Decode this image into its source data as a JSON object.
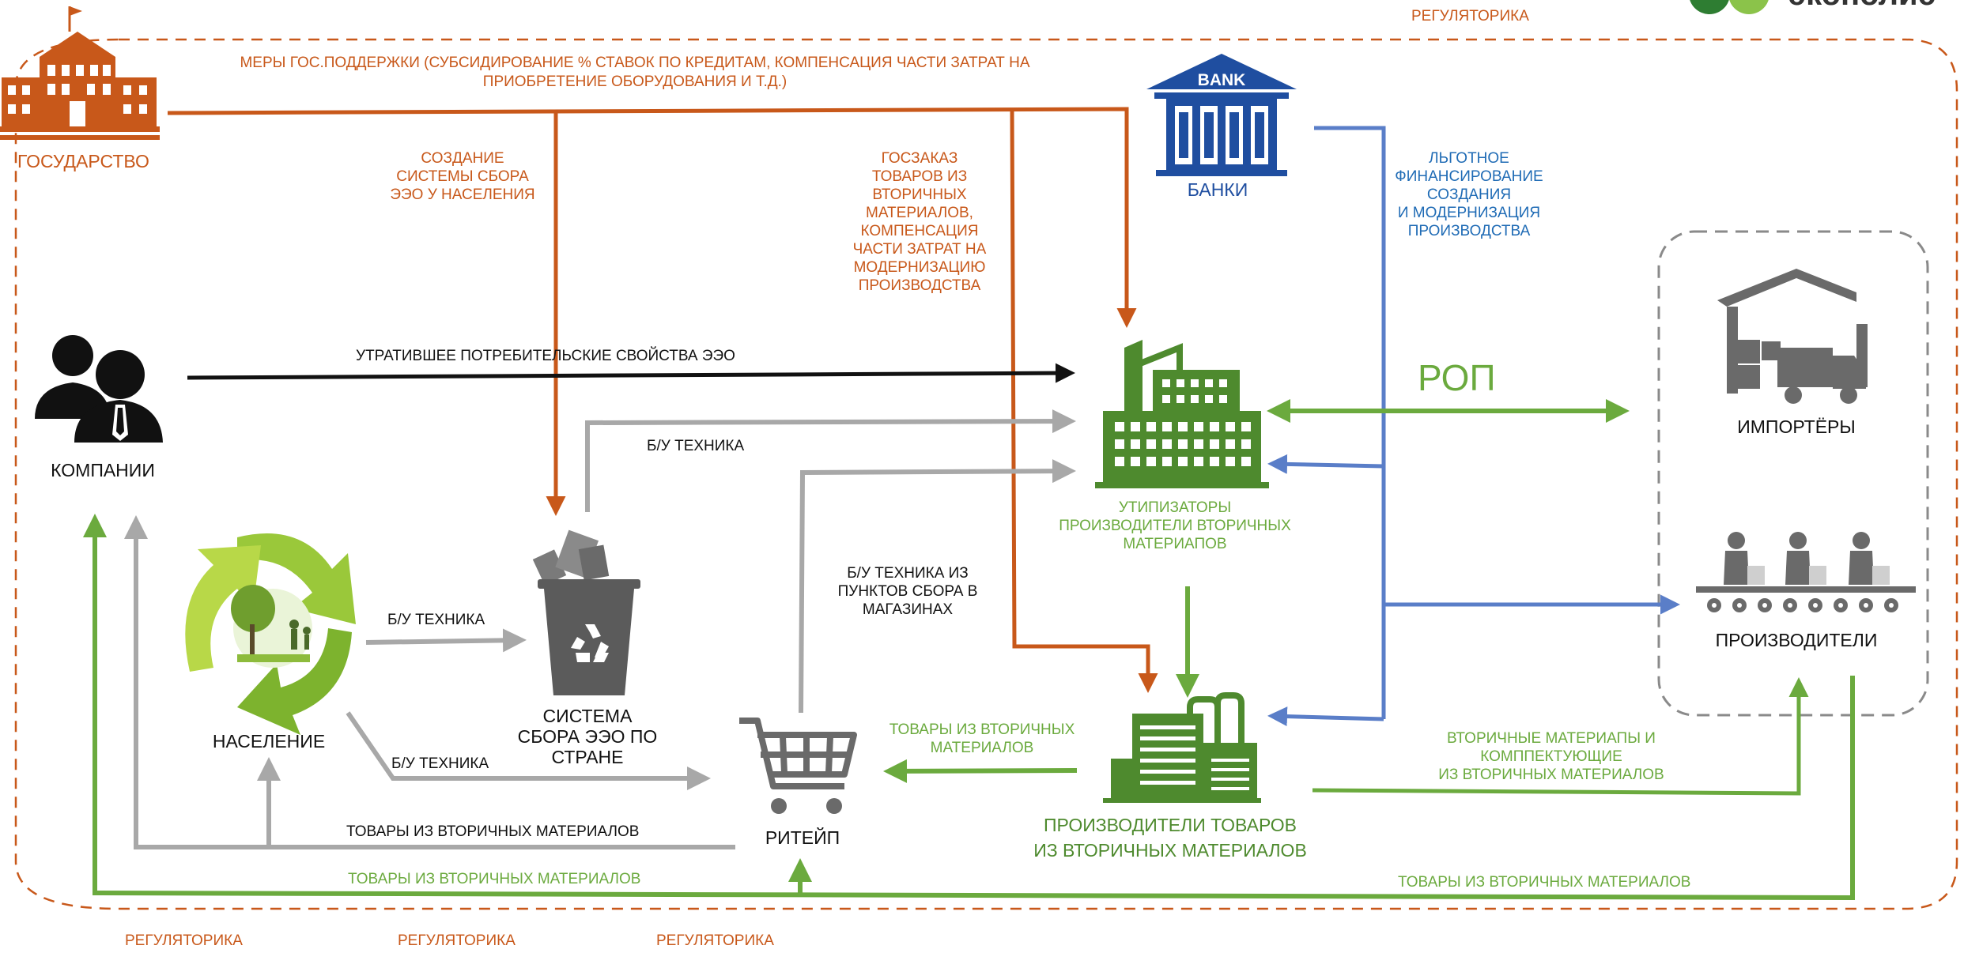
{
  "colors": {
    "orange": "#C8581A",
    "green": "#6BAA3E",
    "dark_green": "#4E8A2E",
    "blue": "#1F4EA0",
    "light_blue": "#5A7EC8",
    "gray": "#A8A8A8",
    "dark_gray": "#5B5B5B",
    "black": "#111111"
  },
  "logo": {
    "text": "экополис"
  },
  "regulatorika": {
    "top": "РЕГУЛЯТОРИКА",
    "bottom1": "РЕГУЛЯТОРИКА",
    "bottom2": "РЕГУЛЯТОРИКА",
    "bottom3": "РЕГУЛЯТОРИКА"
  },
  "nodes": {
    "state": {
      "label": "ГОСУДАРСТВО",
      "icon": "government-building-icon"
    },
    "banks": {
      "label": "БАНКИ",
      "sign": "BANK",
      "icon": "bank-icon"
    },
    "companies": {
      "label": "КОМПАНИИ",
      "icon": "business-people-icon"
    },
    "population": {
      "label": "НАСЕЛЕНИЕ",
      "icon": "recycle-nature-icon"
    },
    "collection": {
      "line1": "СИСТЕМА",
      "line2": "СБОРА ЭЭО ПО",
      "line3": "СТРАНЕ",
      "icon": "recycle-bin-icon"
    },
    "retail": {
      "label": "РИТЕЙП",
      "icon": "shopping-cart-icon"
    },
    "recyclers": {
      "line1": "УТИПИЗАТОРЫ",
      "line2": "ПРОИЗВОДИТЕЛИ ВТОРИЧНЫХ",
      "line3": "МАТЕРИАПОВ",
      "icon": "factory-icon"
    },
    "goods_producers": {
      "line1": "ПРОИЗВОДИТЕЛИ ТОВАРОВ",
      "line2": "ИЗ ВТОРИЧНЫХ МАТЕРИАЛОВ",
      "icon": "plant-icon"
    },
    "importers": {
      "label": "ИМПОРТЁРЫ",
      "icon": "warehouse-truck-icon"
    },
    "producers": {
      "label": "ПРОИЗВОДИТЕЛИ",
      "icon": "assembly-line-icon"
    }
  },
  "flows": {
    "state_support": {
      "line1": "МЕРЫ ГОС.ПОДДЕРЖКИ (СУБСИДИРОВАНИЕ % СТАВОК ПО КРЕДИТАМ, КОМПЕНСАЦИЯ ЧАСТИ ЗАТРАТ НА",
      "line2": "ПРИОБРЕТЕНИЕ ОБОРУДОВАНИЯ И Т.Д.)"
    },
    "create_collection": {
      "line1": "СОЗДАНИЕ",
      "line2": "СИСТЕМЫ СБОРА",
      "line3": "ЭЭО У НАСЕЛЕНИЯ"
    },
    "state_order": {
      "line1": "ГОСЗАКАЗ",
      "line2": "ТОВАРОВ ИЗ",
      "line3": "ВТОРИЧНЫХ",
      "line4": "МАТЕРИАЛОВ,",
      "line5": "КОМПЕНСАЦИЯ",
      "line6": "ЧАСТИ ЗАТРАТ НА",
      "line7": "МОДЕРНИЗАЦИЮ",
      "line8": "ПРОИЗВОДСТВА"
    },
    "bank_financing": {
      "line1": "ЛЬГОТНОЕ",
      "line2": "ФИНАНСИРОВАНИЕ",
      "line3": "СОЗДАНИЯ",
      "line4": "И МОДЕРНИЗАЦИЯ",
      "line5": "ПРОИЗВОДСТВА"
    },
    "lost_properties": "УТРАТИВШЕЕ ПОТРЕБИТЕЛЬСКИЕ СВОЙСТВА ЭЭО",
    "used_tech_top": "Б/У ТЕХНИКА",
    "used_tech_pop": "Б/У ТЕХНИКА",
    "used_tech_retail": "Б/У ТЕХНИКА",
    "used_from_shops": {
      "line1": "Б/У ТЕХНИКА ИЗ",
      "line2": "ПУНКТОВ СБОРА В",
      "line3": "МАГАЗИНАХ"
    },
    "rop": "РОП",
    "goods_to_retail": {
      "line1": "ТОВАРЫ ИЗ ВТОРИЧНЫХ",
      "line2": "МАТЕРИАЛОВ"
    },
    "retail_goods_gray": "ТОВАРЫ ИЗ ВТОРИЧНЫХ МАТЕРИАЛОВ",
    "bottom_goods_left": "ТОВАРЫ ИЗ ВТОРИЧНЫХ МАТЕРИАЛОВ",
    "bottom_goods_right": "ТОВАРЫ ИЗ ВТОРИЧНЫХ МАТЕРИАЛОВ",
    "secondary_materials": {
      "line1": "ВТОРИЧНЫЕ МАТЕРИАПЫ И",
      "line2": "КОМППЕКТУЮЩИЕ",
      "line3": "ИЗ ВТОРИЧНЫХ МАТЕРИАЛОВ"
    }
  }
}
